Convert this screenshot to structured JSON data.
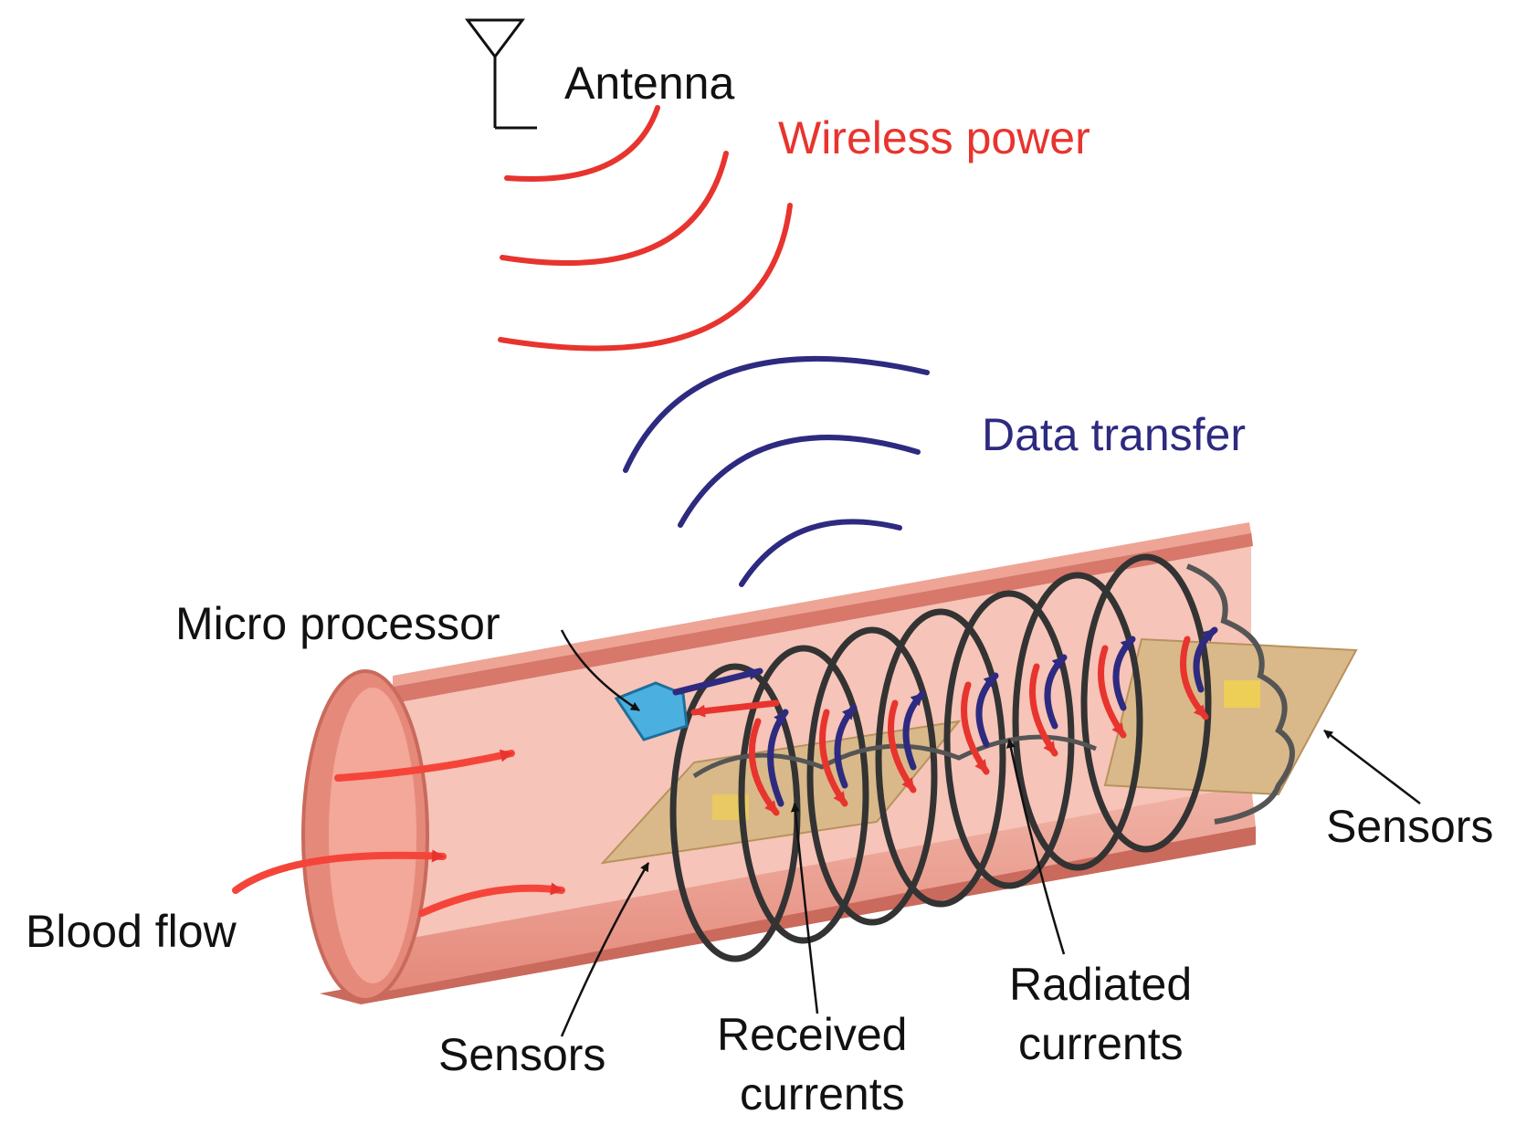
{
  "labels": {
    "antenna": "Antenna",
    "wireless_power": "Wireless power",
    "data_transfer": "Data transfer",
    "micro_processor": "Micro processor",
    "blood_flow": "Blood flow",
    "sensors_left": "Sensors",
    "sensors_right": "Sensors",
    "received_line1": "Received",
    "received_line2": "currents",
    "radiated_line1": "Radiated",
    "radiated_line2": "currents"
  },
  "colors": {
    "power_waves": "#e8342e",
    "data_waves": "#2d2a80",
    "vessel": "#e89a8c",
    "vessel_dark": "#c96a5c",
    "coil": "#333333",
    "sensor_board": "#d9b98a",
    "processor": "#4bb0e0",
    "flow_arrows": "#f5453a",
    "label_text": "#111111"
  },
  "icons": {
    "antenna": "antenna-icon"
  }
}
